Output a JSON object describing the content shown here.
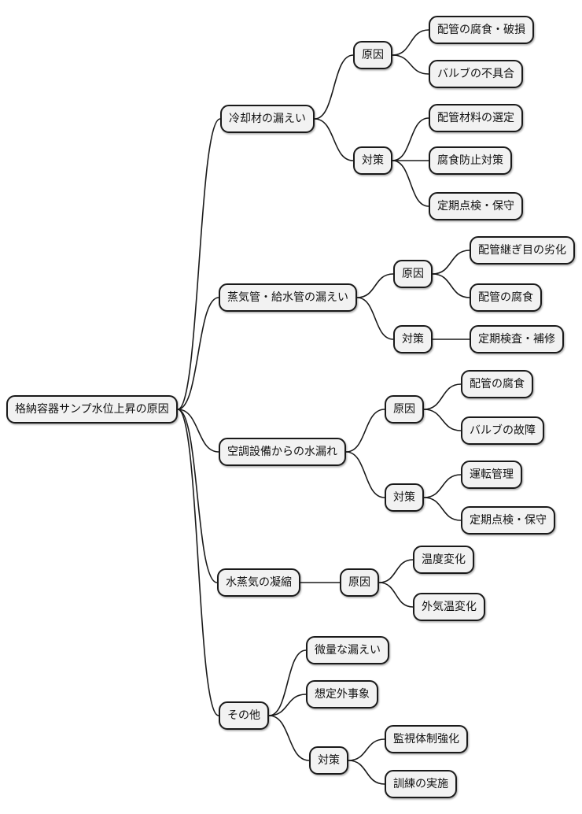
{
  "map": {
    "root": {
      "label": "格納容器サンプ水位上昇の原因"
    },
    "branches": [
      {
        "label": "冷却材の漏えい",
        "children": [
          {
            "label": "原因",
            "children": [
              {
                "label": "配管の腐食・破損"
              },
              {
                "label": "バルブの不具合"
              }
            ]
          },
          {
            "label": "対策",
            "children": [
              {
                "label": "配管材料の選定"
              },
              {
                "label": "腐食防止対策"
              },
              {
                "label": "定期点検・保守"
              }
            ]
          }
        ]
      },
      {
        "label": "蒸気管・給水管の漏えい",
        "children": [
          {
            "label": "原因",
            "children": [
              {
                "label": "配管継ぎ目の劣化"
              },
              {
                "label": "配管の腐食"
              }
            ]
          },
          {
            "label": "対策",
            "children": [
              {
                "label": "定期検査・補修"
              }
            ]
          }
        ]
      },
      {
        "label": "空調設備からの水漏れ",
        "children": [
          {
            "label": "原因",
            "children": [
              {
                "label": "配管の腐食"
              },
              {
                "label": "バルブの故障"
              }
            ]
          },
          {
            "label": "対策",
            "children": [
              {
                "label": "運転管理"
              },
              {
                "label": "定期点検・保守"
              }
            ]
          }
        ]
      },
      {
        "label": "水蒸気の凝縮",
        "children": [
          {
            "label": "原因",
            "children": [
              {
                "label": "温度変化"
              },
              {
                "label": "外気温変化"
              }
            ]
          }
        ]
      },
      {
        "label": "その他",
        "children": [
          {
            "label": "微量な漏えい"
          },
          {
            "label": "想定外事象"
          },
          {
            "label": "対策",
            "children": [
              {
                "label": "監視体制強化"
              },
              {
                "label": "訓練の実施"
              }
            ]
          }
        ]
      }
    ]
  },
  "colors": {
    "background": "#ffffff",
    "node_fill": "#f2f2f2",
    "node_border": "#1a1a1a",
    "link": "#1a1a1a",
    "text": "#111111"
  }
}
